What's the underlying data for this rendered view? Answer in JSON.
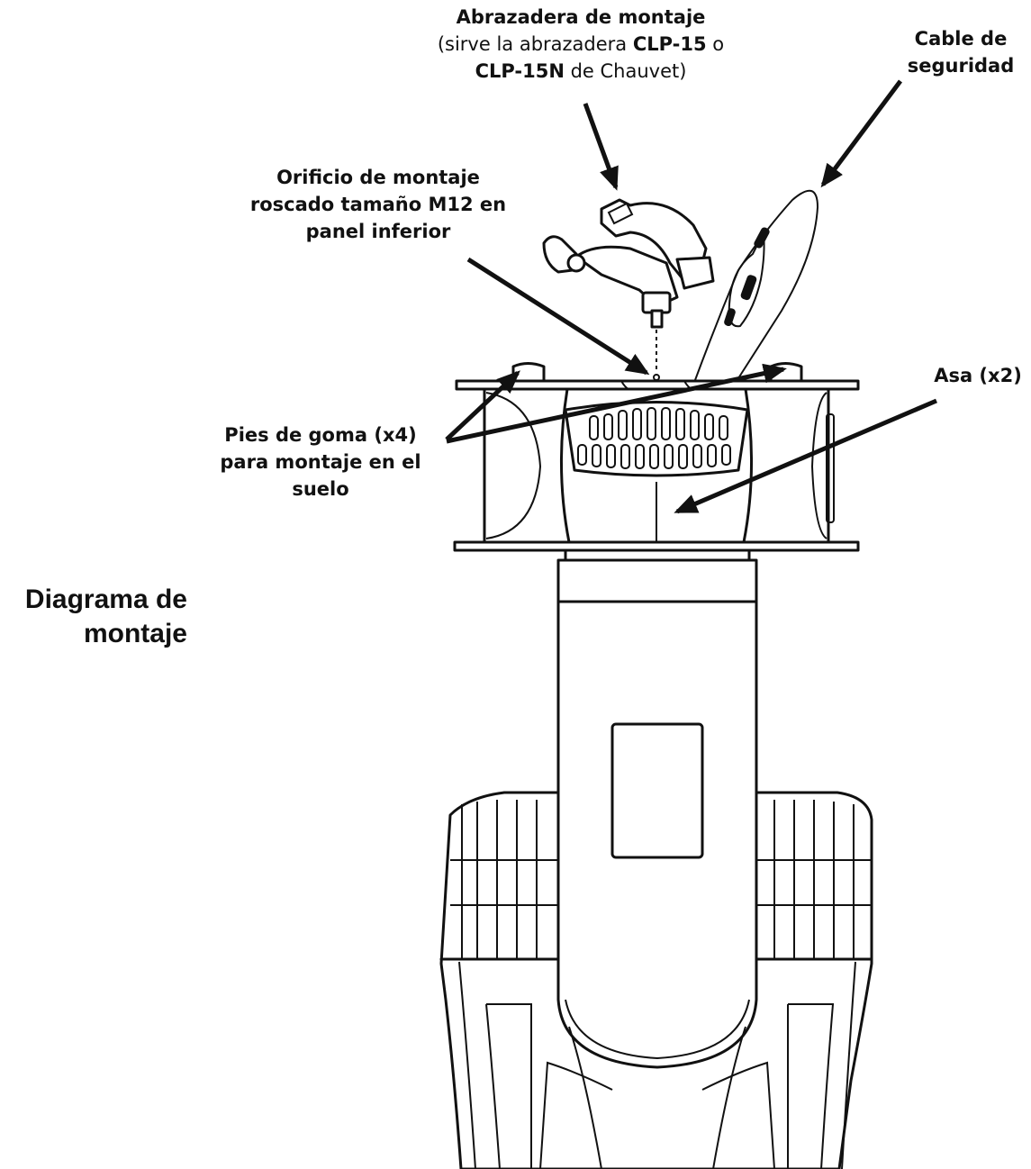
{
  "title": {
    "line1": "Diagrama de",
    "line2": "montaje"
  },
  "labels": {
    "clamp": {
      "line1": "Abrazadera de montaje",
      "line2_a": "(sirve la abrazadera ",
      "line2_b": "CLP-15",
      "line2_c": " o",
      "line3_a": "CLP-15N",
      "line3_b": " de Chauvet)"
    },
    "safety_cable": {
      "line1": "Cable de",
      "line2": "seguridad"
    },
    "mount_hole": {
      "line1": "Orificio de montaje",
      "line2": "roscado tamaño M12 en",
      "line3": "panel inferior"
    },
    "handle": {
      "line1": "Asa (x2)"
    },
    "rubber_feet": {
      "line1": "Pies de goma (x4)",
      "line2": "para montaje en el",
      "line3": "suelo"
    }
  },
  "colors": {
    "ink": "#111111",
    "background": "#ffffff"
  }
}
